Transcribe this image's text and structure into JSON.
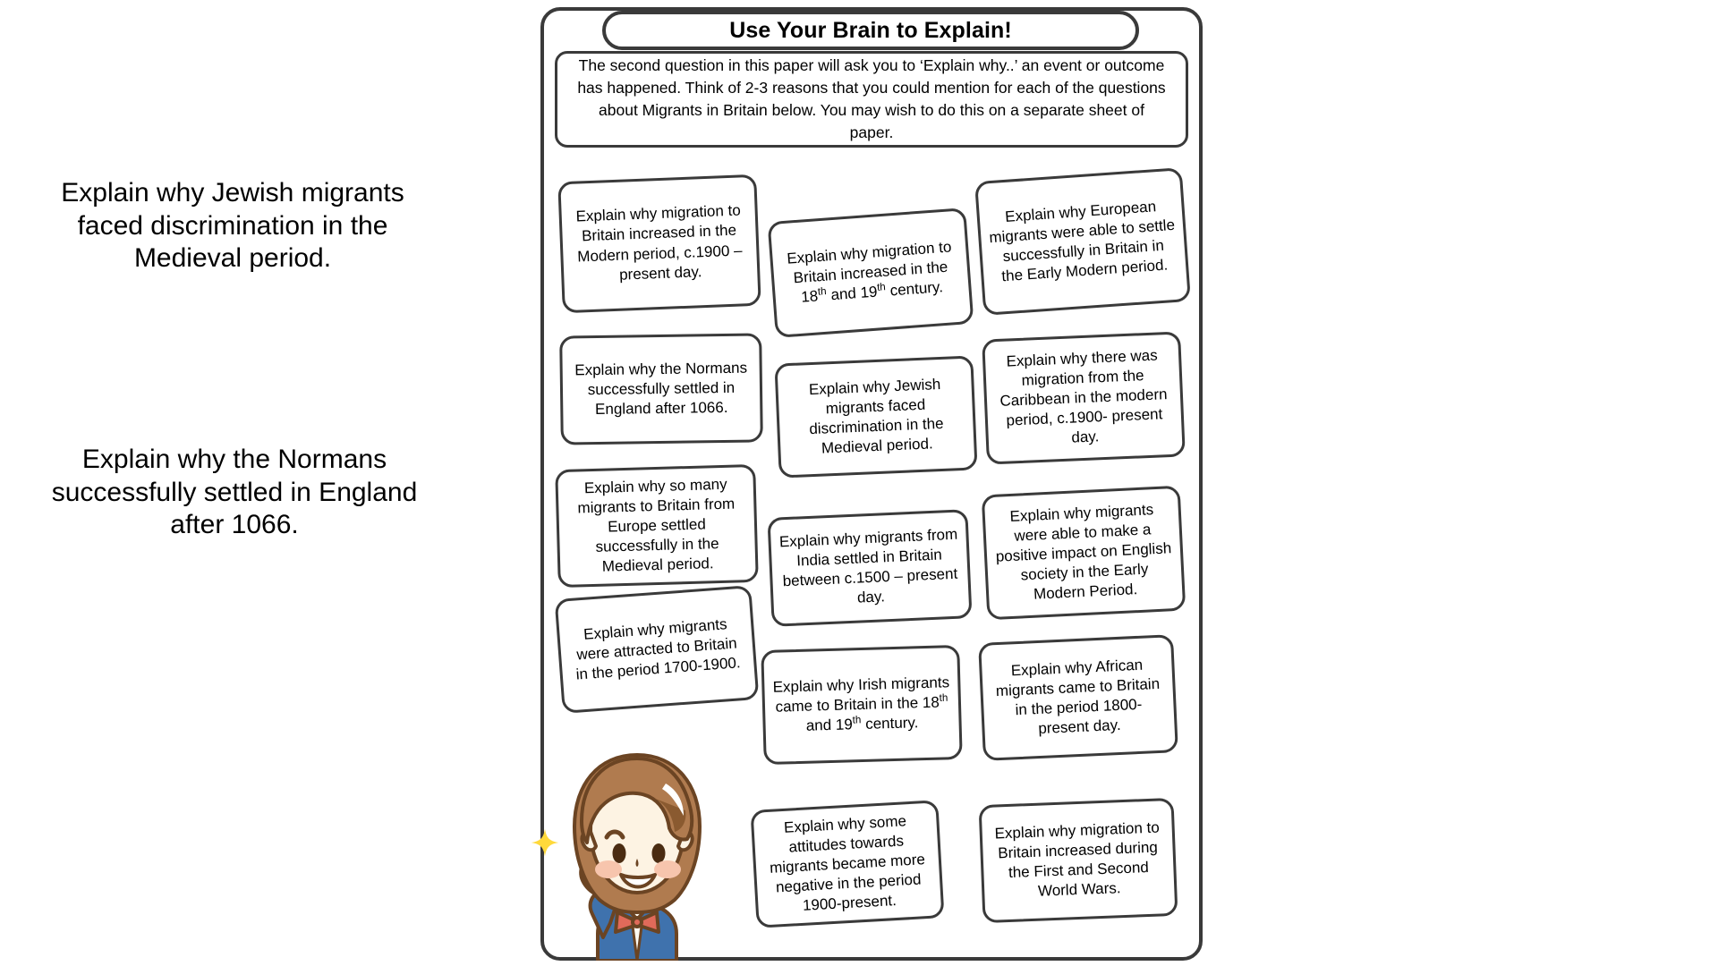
{
  "left_notes": [
    "Explain why Jewish migrants faced discrimination in the Medieval period.",
    "Explain why the Normans successfully settled in England after 1066."
  ],
  "poster": {
    "title": "Use Your Brain to Explain!",
    "intro": "The second question in this paper will ask you to ‘Explain why..’ an event or outcome has happened.  Think of 2-3 reasons that you could mention for each of the questions about Migrants in Britain below. You may wish to do this on a separate sheet of paper.",
    "cards": [
      {
        "id": "card-migration-modern",
        "text": "Explain why migration to Britain increased in the Modern period, c.1900 – present day."
      },
      {
        "id": "card-migration-18th-19th",
        "text": "Explain why migration to Britain increased in the 18th and 19th century."
      },
      {
        "id": "card-european-early-modern",
        "text": "Explain why European migrants were able to settle successfully in Britain in the Early Modern period."
      },
      {
        "id": "card-normans-1066",
        "text": "Explain why the Normans successfully settled in England after 1066."
      },
      {
        "id": "card-jewish-medieval",
        "text": "Explain why Jewish migrants faced discrimination in the Medieval period."
      },
      {
        "id": "card-caribbean-modern",
        "text": "Explain why there was migration from the Caribbean in the modern period, c.1900- present day."
      },
      {
        "id": "card-europe-medieval",
        "text": "Explain why so many migrants to Britain from Europe settled successfully in the Medieval period."
      },
      {
        "id": "card-india-1500",
        "text": "Explain why migrants from India settled in Britain between c.1500 – present day."
      },
      {
        "id": "card-positive-impact",
        "text": "Explain why migrants were able to make a positive impact on English society in the Early Modern Period."
      },
      {
        "id": "card-attracted-1700-1900",
        "text": "Explain why migrants were attracted to Britain in the period 1700-1900."
      },
      {
        "id": "card-irish-18th-19th",
        "text": "Explain why Irish migrants came to Britain in the 18th and 19th century."
      },
      {
        "id": "card-african-1800",
        "text": "Explain why African migrants came to Britain in the period 1800-present day."
      },
      {
        "id": "card-attitudes-negative",
        "text": "Explain why some attitudes towards migrants became more negative in the period 1900-present."
      },
      {
        "id": "card-world-wars",
        "text": "Explain why migration to Britain increased during the First and Second World Wars."
      }
    ]
  },
  "colors": {
    "outline": "#3a3a3a",
    "hair": "#b07b4f",
    "hair_dark": "#6b4423",
    "skin": "#fdf3e3",
    "cheek": "#f7c5ad",
    "jacket": "#3f72ad",
    "bow": "#e06a5a",
    "sparkle": "#ffd93b"
  }
}
